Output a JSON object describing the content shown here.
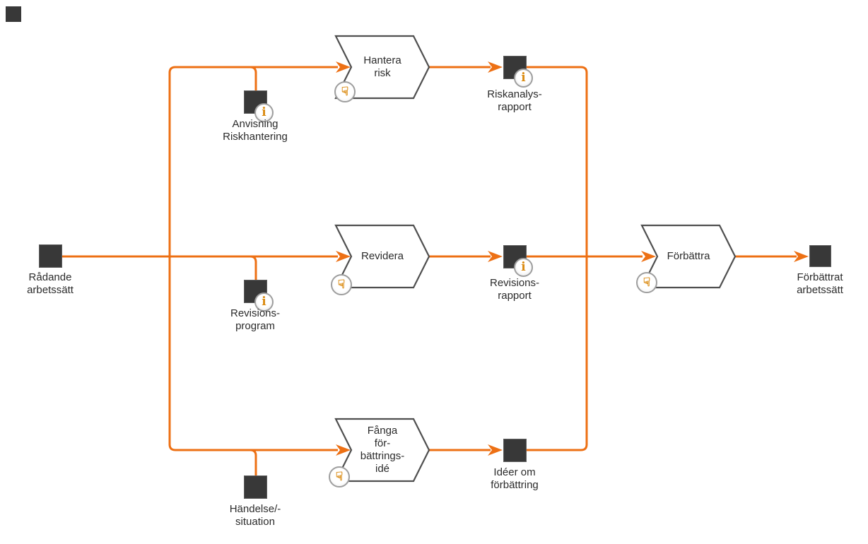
{
  "colors": {
    "line": "#ED7014",
    "node-fill": "#383838",
    "shape-border": "#4F4F4F",
    "text": "#2B2B2B",
    "icon-orange": "#DB8C14",
    "icon-ring": "#9E9E9E"
  },
  "nodes": {
    "radande": {
      "label": "Rådande\narbetssätt"
    },
    "anvisning": {
      "label": "Anvisning\nRiskhantering"
    },
    "revisionsprogram": {
      "label": "Revisions-\nprogram"
    },
    "handelse": {
      "label": "Händelse/-\nsituation"
    },
    "riskanalysrapport": {
      "label": "Riskanalys-\nrapport"
    },
    "revisionsrapport": {
      "label": "Revisions-\nrapport"
    },
    "ideer": {
      "label": "Idéer om\nförbättring"
    },
    "forbattrat": {
      "label": "Förbättrat\narbetssätt"
    }
  },
  "steps": {
    "hantera_risk": {
      "label": "Hantera\nrisk"
    },
    "revidera": {
      "label": "Revidera"
    },
    "fanga_forbattringside": {
      "label": "Fånga\nför-\nbättrings-\nidé"
    },
    "forbattra": {
      "label": "Förbättra"
    }
  },
  "icons": {
    "info_glyph": "i",
    "hand_glyph": "☟"
  }
}
